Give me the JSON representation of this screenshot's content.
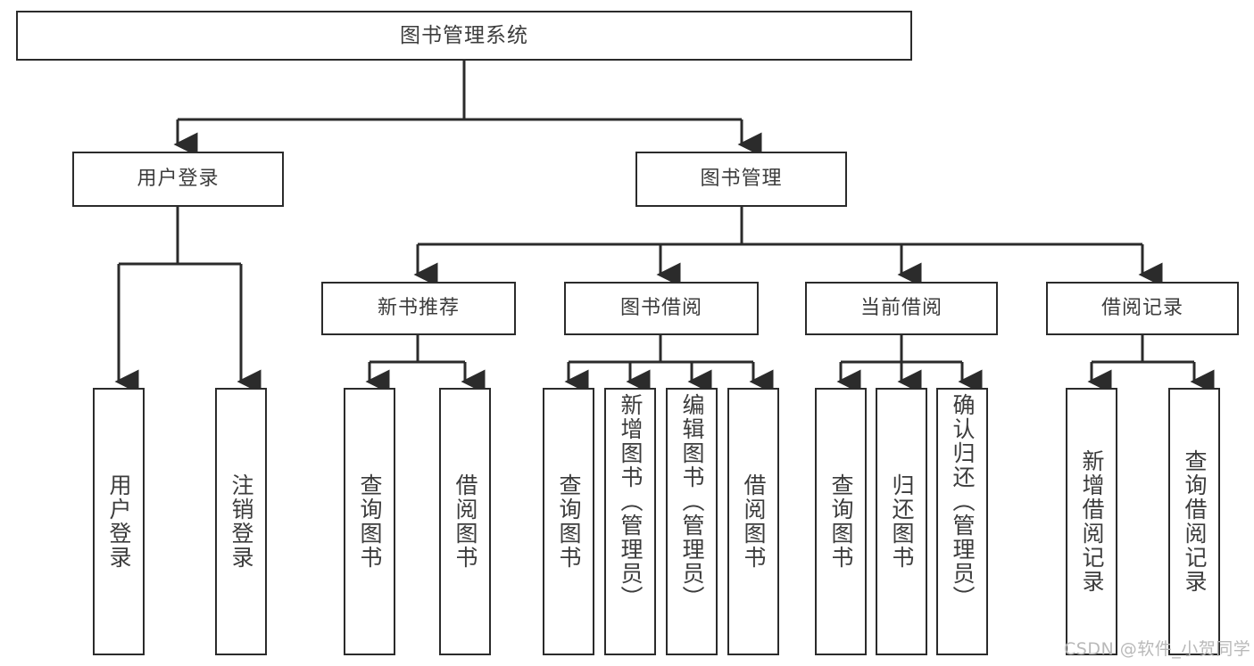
{
  "diagram": {
    "title": "图书管理系统",
    "type": "tree-hierarchy",
    "stroke_color": "#2b2b2b",
    "text_color": "#3c3c3c",
    "background_color": "#ffffff"
  },
  "nodes": {
    "root": {
      "label": "图书管理系统"
    },
    "level2": [
      {
        "label": "用户登录"
      },
      {
        "label": "图书管理"
      }
    ],
    "level3": [
      {
        "label": "新书推荐"
      },
      {
        "label": "图书借阅"
      },
      {
        "label": "当前借阅"
      },
      {
        "label": "借阅记录"
      }
    ],
    "leaves_user_login": [
      {
        "label": "用户登录"
      },
      {
        "label": "注销登录"
      }
    ],
    "leaves_new_book": [
      {
        "label": "查询图书"
      },
      {
        "label": "借阅图书"
      }
    ],
    "leaves_borrow": [
      {
        "label": "查询图书"
      },
      {
        "label": "新增图书（管理员）"
      },
      {
        "label": "编辑图书（管理员）"
      },
      {
        "label": "借阅图书"
      }
    ],
    "leaves_current": [
      {
        "label": "查询图书"
      },
      {
        "label": "归还图书"
      },
      {
        "label": "确认归还（管理员）"
      }
    ],
    "leaves_records": [
      {
        "label": "新增借阅记录"
      },
      {
        "label": "查询借阅记录"
      }
    ]
  },
  "watermark": {
    "text": "CSDN @软件_小贺同学"
  }
}
